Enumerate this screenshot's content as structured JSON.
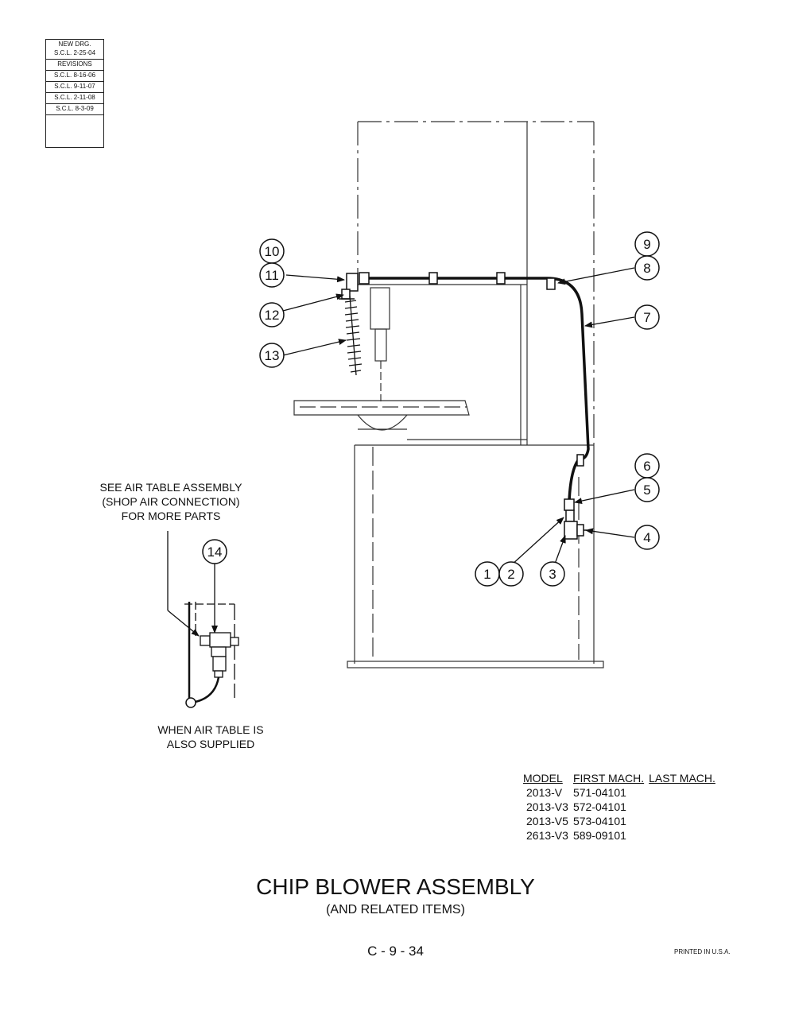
{
  "revision_block": {
    "new_drg_label": "NEW DRG.",
    "new_drg_date": "S.C.L. 2-25-04",
    "revisions_label": "REVISIONS",
    "revisions": [
      "S.C.L. 8-16-06",
      "S.C.L. 9-11-07",
      "S.C.L. 2-11-08",
      "S.C.L. 8-3-09"
    ]
  },
  "callouts": [
    "1",
    "2",
    "3",
    "4",
    "5",
    "6",
    "7",
    "8",
    "9",
    "10",
    "11",
    "12",
    "13",
    "14"
  ],
  "notes": {
    "air_table_line1": "SEE AIR TABLE ASSEMBLY",
    "air_table_line2": "(SHOP AIR CONNECTION)",
    "air_table_line3": "FOR MORE PARTS",
    "supplied_line1": "WHEN AIR TABLE IS",
    "supplied_line2": "ALSO SUPPLIED"
  },
  "model_table": {
    "headers": [
      "MODEL",
      "FIRST MACH.",
      "LAST MACH."
    ],
    "rows": [
      {
        "model": "2013-V",
        "first": "571-04101",
        "last": ""
      },
      {
        "model": "2013-V3",
        "first": "572-04101",
        "last": ""
      },
      {
        "model": "2013-V5",
        "first": "573-04101",
        "last": ""
      },
      {
        "model": "2613-V3",
        "first": "589-09101",
        "last": ""
      }
    ]
  },
  "title": "CHIP BLOWER ASSEMBLY",
  "subtitle": "(AND RELATED ITEMS)",
  "page_number": "C - 9 - 34",
  "printed": "PRINTED IN U.S.A."
}
